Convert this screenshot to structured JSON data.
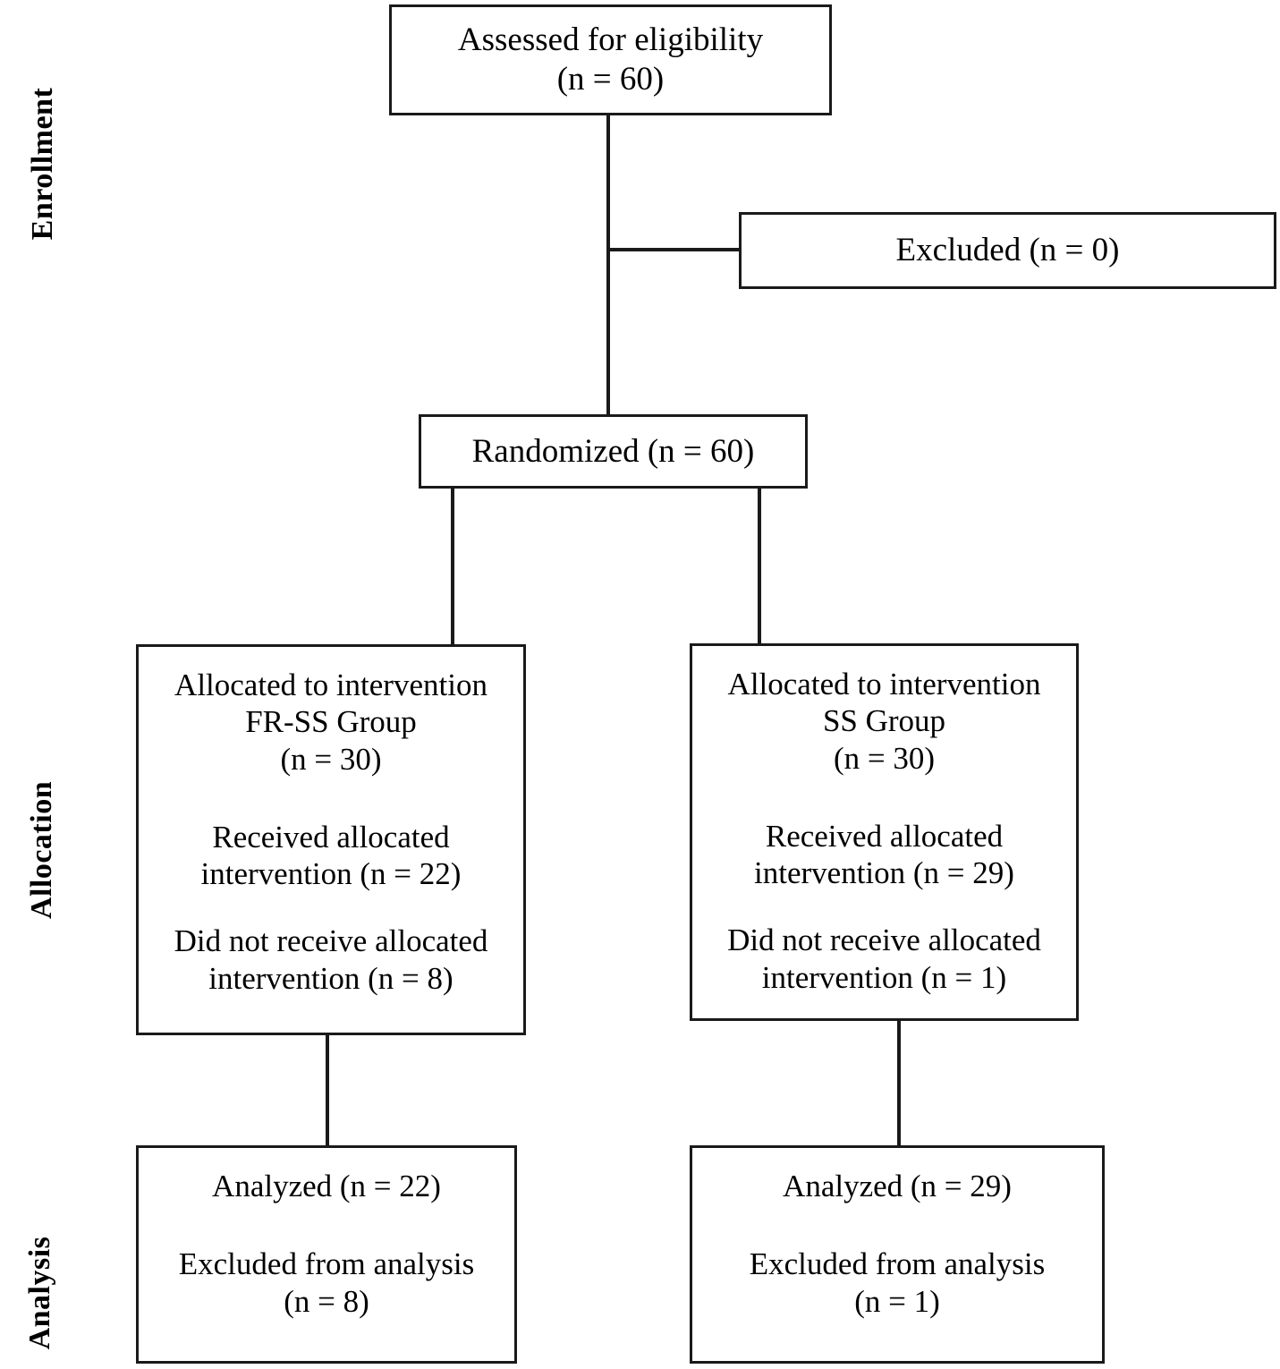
{
  "diagram": {
    "title": "CONSORT participant flow diagram",
    "line_color": "#1a1a1a",
    "background": "#ffffff"
  },
  "stage_labels": [
    {
      "id": "enrollment",
      "text": "Enrollment"
    },
    {
      "id": "allocation",
      "text": "Allocation"
    },
    {
      "id": "analysis",
      "text": "Analysis"
    }
  ],
  "nodes": {
    "assessed": {
      "line1": "Assessed for eligibility",
      "line2": "(n = 60)"
    },
    "excluded": {
      "line1": "Excluded (n = 0)"
    },
    "randomized": {
      "line1": "Randomized (n = 60)"
    },
    "alloc_left": {
      "line1": "Allocated to intervention",
      "line2": "FR-SS Group",
      "line3": "(n = 30)",
      "line4": "Received allocated",
      "line5": "intervention (n = 22)",
      "line6": "Did not receive allocated",
      "line7": "intervention (n = 8)"
    },
    "alloc_right": {
      "line1": "Allocated to intervention",
      "line2": "SS Group",
      "line3": "(n = 30)",
      "line4": "Received allocated",
      "line5": "intervention (n = 29)",
      "line6": "Did not receive allocated",
      "line7": "intervention (n = 1)"
    },
    "analysis_left": {
      "line1": "Analyzed (n = 22)",
      "line2": "Excluded from analysis",
      "line3": "(n = 8)"
    },
    "analysis_right": {
      "line1": "Analyzed (n = 29)",
      "line2": "Excluded from analysis",
      "line3": "(n = 1)"
    }
  },
  "chart_data": {
    "type": "diagram",
    "title": "CONSORT flow diagram",
    "flow": [
      {
        "stage": "Enrollment",
        "node": "Assessed for eligibility",
        "n": 60
      },
      {
        "stage": "Enrollment",
        "node": "Excluded",
        "n": 0
      },
      {
        "stage": "Enrollment",
        "node": "Randomized",
        "n": 60
      },
      {
        "stage": "Allocation",
        "node": "Allocated to intervention FR-SS Group",
        "n": 30,
        "received_allocated_intervention": 22,
        "did_not_receive_allocated_intervention": 8
      },
      {
        "stage": "Allocation",
        "node": "Allocated to intervention SS Group",
        "n": 30,
        "received_allocated_intervention": 29,
        "did_not_receive_allocated_intervention": 1
      },
      {
        "stage": "Analysis",
        "node": "Analyzed FR-SS Group",
        "n": 22,
        "excluded_from_analysis": 8
      },
      {
        "stage": "Analysis",
        "node": "Analyzed SS Group",
        "n": 29,
        "excluded_from_analysis": 1
      }
    ],
    "edges": [
      {
        "from": "Assessed for eligibility",
        "to": "Excluded"
      },
      {
        "from": "Assessed for eligibility",
        "to": "Randomized"
      },
      {
        "from": "Randomized",
        "to": "Allocated to intervention FR-SS Group"
      },
      {
        "from": "Randomized",
        "to": "Allocated to intervention SS Group"
      },
      {
        "from": "Allocated to intervention FR-SS Group",
        "to": "Analyzed FR-SS Group"
      },
      {
        "from": "Allocated to intervention SS Group",
        "to": "Analyzed SS Group"
      }
    ]
  }
}
